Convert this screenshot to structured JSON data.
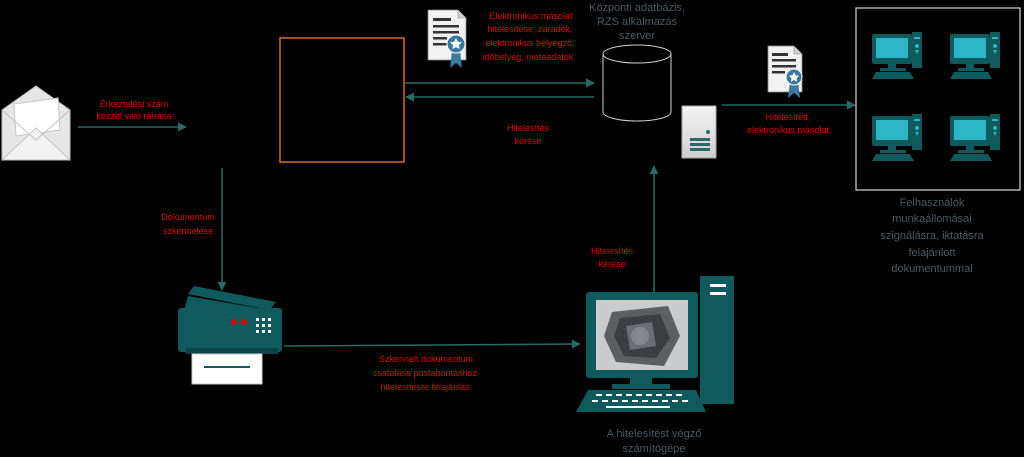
{
  "labels": {
    "erkeztetesi_1": "Érkeztetési szám",
    "erkeztetesi_2": "kézzel való ráírása",
    "ekm_1": "Elektronikus másolat",
    "ekm_2": "hitelesítése, záradék,",
    "ekm_3": "elektronikus bélyegző,",
    "ekm_4": "időbélyeg, metaadatok",
    "kozponti_1": "Központi adatbázis,",
    "kozponti_2": "RZS alkalmazás",
    "kozponti_3": "szerver",
    "hitelesites_kerese_top_1": "Hitelesítés",
    "hitelesites_kerese_top_2": "kérése",
    "hitelesitett_1": "Hitelesített,",
    "hitelesitett_2": "elektronikus másolat",
    "dokumentum_1": "Dokumentum",
    "dokumentum_2": "szkennelése",
    "hitelesites_kerese_mid_1": "Hitelesítés",
    "hitelesites_kerese_mid_2": "kérése",
    "szkennelt_1": "Szkennelt dokumentum",
    "szkennelt_2": "csatolása postabontáshoz",
    "szkennelt_3": "hitelesítésre felajánlás",
    "felhasznalok_1": "Felhasználók",
    "felhasznalok_2": "munkaállomásai",
    "felhasznalok_3": "szignálásra, iktatásra",
    "felhasznalok_4": "felajánlott",
    "felhasznalok_5": "dokumentummal",
    "vegzo_1": "A hitelesítést végző",
    "vegzo_2": "számítógépe"
  },
  "icons": {
    "envelope": "envelope-icon",
    "certificate": "certificate-icon",
    "database": "database-icon",
    "server": "server-icon",
    "scanner": "scanner-printer-icon",
    "computer": "computer-icon",
    "workstation": "workstation-icon"
  },
  "colors": {
    "background": "#000000",
    "label_red": "#e00000",
    "label_gray": "#4a5a60",
    "teal": "#0e5a5c",
    "arrow": "#2a6a66",
    "orange_box": "#d96a1e",
    "workstation_screen": "#2db5c8"
  }
}
